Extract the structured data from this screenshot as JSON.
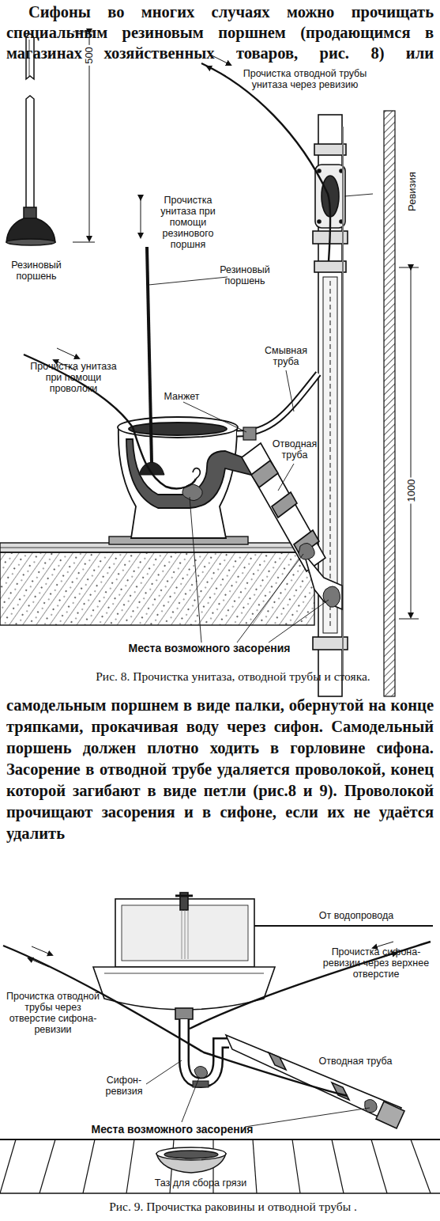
{
  "diagram": {
    "labels": [
      "Сифоны во многих случаях можно прочищать специальным резиновым поршнем (продающимся в магазинах хозяйственных товаров, рис. 8) или",
      "500",
      "Резиновый поршень",
      "Прочистка отводной трубы унитаза через ревизию",
      "Ревизия",
      "Прочистка унитаза при помощи резинового поршня",
      "Резиновый поршень",
      "Смывная труба",
      "Прочистка унитаза при помощи проволоки",
      "Манжет",
      "Отводная труба",
      "1000",
      "Места возможного засорения",
      "Рис. 8. Прочистка унитаза, отводной трубы и стояка.",
      "самодельным поршнем в виде палки, обернутой на конце тряпками, прокачивая воду через сифон. Самодельный поршень должен плотно ходить в горловине сифона. Засорение в отводной трубе удаляется проволокой, конец которой загибают в виде петли (рис.8 и 9). Проволокой прочищают засорения и в сифоне, если их не удаётся удалить",
      "От водопровода",
      "Прочистка сифона-ревизии через верхнее отверстие",
      "Прочистка отводной трубы через отверстие сифона-ревизии",
      "Сифон-ревизия",
      "Отводная труба",
      "Места возможного засорения",
      "Таз для сбора грязи",
      "Рис. 9. Прочистка раковины и отводной трубы ."
    ]
  }
}
